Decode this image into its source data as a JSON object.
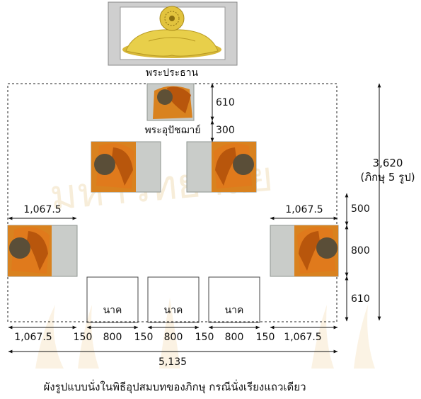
{
  "labels": {
    "buddha": "พระประธาน",
    "preceptor": "พระอุปัชฌาย์",
    "candidate_1": "นาค",
    "candidate_2": "นาค",
    "candidate_3": "นาค"
  },
  "dimensions": {
    "d610_top": "610",
    "d300": "300",
    "total_height": "3,620",
    "total_height_note": "(ภิกษุ 5 รูป)",
    "d500": "500",
    "d800_side": "800",
    "d610_bottom": "610",
    "side_width_left": "1,067.5",
    "side_width_right": "1,067.5",
    "bottom_row": [
      "1,067.5",
      "150",
      "800",
      "150",
      "800",
      "150",
      "800",
      "150",
      "1,067.5"
    ],
    "total_width": "5,135"
  },
  "caption": "ผังรูปแบบนั่งในพิธีอุปสมบทของภิกษุ  กรณีนั่งเรียงแถวเดียว",
  "colors": {
    "robe": "#e07a1c",
    "robe_dark": "#b8560c",
    "skin": "#6a5a42",
    "tile": "#c9ccc9",
    "buddha": "#e8cf4a",
    "frame": "#cfcfcf"
  }
}
